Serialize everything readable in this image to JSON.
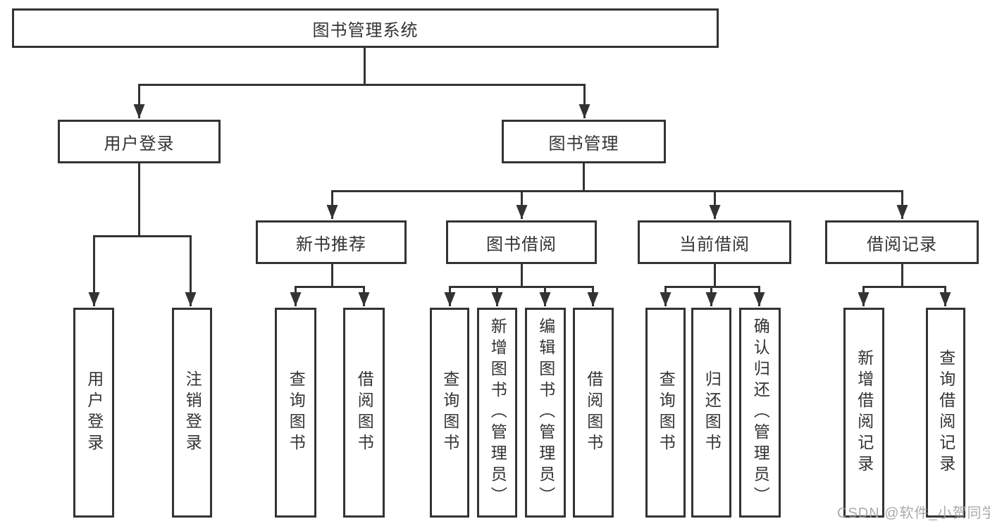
{
  "diagram": {
    "type": "hierarchy-tree",
    "colors": {
      "line": "#333333",
      "box_border": "#333333",
      "box_fill": "#ffffff",
      "text": "#333333",
      "watermark": "#9e9e9e"
    }
  },
  "tree": {
    "root": {
      "label": "图书管理系统",
      "children": [
        {
          "label": "用户登录",
          "children": [
            {
              "label": "用户登录"
            },
            {
              "label": "注销登录"
            }
          ]
        },
        {
          "label": "图书管理",
          "children": [
            {
              "label": "新书推荐",
              "children": [
                {
                  "label": "查询图书"
                },
                {
                  "label": "借阅图书"
                }
              ]
            },
            {
              "label": "图书借阅",
              "children": [
                {
                  "label": "查询图书"
                },
                {
                  "label": "新增图书（管理员）"
                },
                {
                  "label": "编辑图书（管理员）"
                },
                {
                  "label": "借阅图书"
                }
              ]
            },
            {
              "label": "当前借阅",
              "children": [
                {
                  "label": "查询图书"
                },
                {
                  "label": "归还图书"
                },
                {
                  "label": "确认归还（管理员）"
                }
              ]
            },
            {
              "label": "借阅记录",
              "children": [
                {
                  "label": "新增借阅记录"
                },
                {
                  "label": "查询借阅记录"
                }
              ]
            }
          ]
        }
      ]
    }
  },
  "watermark": {
    "text": "CSDN @软件_小贺同学"
  }
}
